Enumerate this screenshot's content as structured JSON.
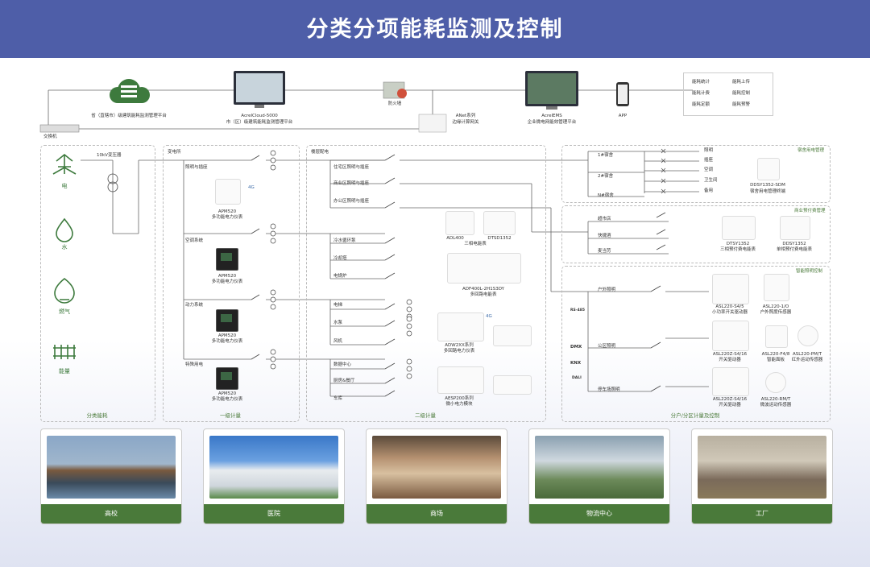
{
  "title": "分类分项能耗监测及控制",
  "top": {
    "cloud_label": "省（直辖市）级建筑能耗监测管理平台",
    "acrelcloud_label": "AcrelCloud-5000",
    "acrelcloud_sub": "市（区）级建筑能耗监测管理平台",
    "firewall_label": "防火墙",
    "anet_label": "ANet系列",
    "anet_sub": "边缘计算网关",
    "ems_label": "AcrelEMS",
    "ems_sub": "企业微电网能效管理平台",
    "app_label": "APP",
    "switch_label": "交换机",
    "features": [
      "能耗统计",
      "能耗上传",
      "能耗计费",
      "能耗控制",
      "能耗定额",
      "能耗预警"
    ]
  },
  "energy": {
    "items": [
      "电",
      "水",
      "燃气",
      "能量"
    ],
    "transformer": "10kV变压器",
    "section_title": "分类能耗"
  },
  "level1": {
    "header": "变电所",
    "branches": [
      "照明与插座",
      "空调系统",
      "动力系统",
      "特殊用电"
    ],
    "meter_model": "APM520",
    "meter_desc": "多功能电力仪表",
    "wireless": "4G",
    "section_title": "一级计量"
  },
  "level2": {
    "header": "楼层配电",
    "lighting_branches": [
      "住宅区照明与插座",
      "商业区照明与插座",
      "办公区照明与插座"
    ],
    "ac_branches": [
      "冷水循环泵",
      "冷却塔",
      "电锅炉"
    ],
    "power_branches": [
      "电梯",
      "水泵",
      "风机"
    ],
    "special_branches": [
      "数据中心",
      "厨房&餐厅",
      "车库"
    ],
    "devices": [
      "ADL400",
      "DTSD1352",
      "三相电能表",
      "ADF400L-2H1S3DY",
      "多回路电能表",
      "ADW2XX系列",
      "多回路电力仪表",
      "AESP200系列",
      "微小电力模块"
    ],
    "wireless": "4G",
    "section_title": "二级计量"
  },
  "right": {
    "dorm": {
      "title": "宿舍用电管理",
      "floors": [
        "1#宿舍",
        "2#宿舍",
        "N#宿舍"
      ],
      "loads": [
        "照明",
        "插座",
        "空调",
        "卫生间",
        "备用"
      ],
      "device": "DDSY1352-SDM",
      "device_desc": "宿舍用电管理终端"
    },
    "commerce": {
      "title": "商业预付费管理",
      "loads": [
        "超市店",
        "快捷酒",
        "麦当劳"
      ],
      "devices": [
        "DTSY1352",
        "三相预付费电能表",
        "DDSY1352",
        "单相预付费电能表"
      ]
    },
    "lighting": {
      "title": "智能照明控制",
      "circuits": [
        "户外照明",
        "公区照明",
        "停车场照明"
      ],
      "protocols": [
        "RS-485",
        "KNX",
        "DMX",
        "DALI"
      ],
      "devices": [
        "ASL220-S4/5",
        "小功率开关驱动器",
        "ASL220-1/O",
        "户外照度传感器",
        "ASL220Z-S4/16",
        "开关驱动器",
        "ASL220-F4/8",
        "智能面板",
        "ASL220-PM/T",
        "红外运动传感器",
        "ASL220Z-S4/16",
        "开关驱动器",
        "ASL220-RM/T",
        "微波运动传感器"
      ]
    },
    "section_title": "分户/分区计量及控制"
  },
  "cards": [
    "高校",
    "医院",
    "商场",
    "物流中心",
    "工厂"
  ],
  "colors": {
    "header": "#4e5ea8",
    "green": "#4a7a3a",
    "line": "#555555"
  }
}
